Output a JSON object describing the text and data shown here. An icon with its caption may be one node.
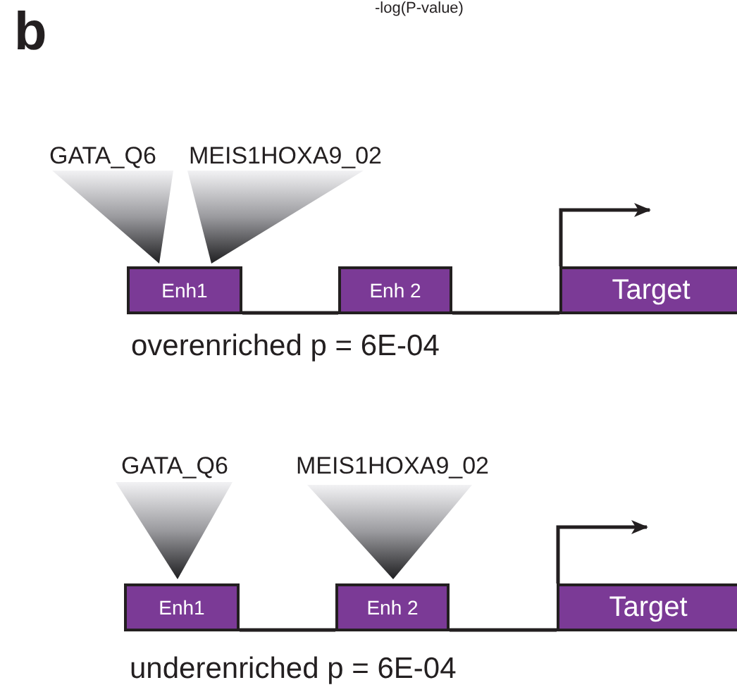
{
  "diagram": {
    "nodes": [
      {
        "text": [
          "Enh1"
        ]
      },
      {
        "text": [
          "Enh 2"
        ]
      },
      {
        "text": [
          "Target"
        ]
      },
      {
        "text": [
          "Enh1"
        ]
      },
      {
        "text": [
          "Enh 2"
        ]
      },
      {
        "text": [
          "Target"
        ]
      },
      {
        "text": [],
        "shape": "triangle",
        "beside": [
          "GATA_Q6"
        ]
      },
      {
        "text": [],
        "shape": "triangle",
        "beside": [
          "MEIS1HOXA9_02"
        ]
      },
      {
        "text": [],
        "shape": "triangle",
        "beside": [
          "GATA_Q6"
        ]
      },
      {
        "text": [],
        "shape": "triangle",
        "beside": [
          "MEIS1HOXA9_02"
        ]
      }
    ],
    "edges": [
      {
        "from": 0,
        "to": 1,
        "arrow": "none"
      },
      {
        "from": 1,
        "to": 2,
        "arrow": "none"
      },
      {
        "from": 2,
        "to": null,
        "arrow": "to"
      },
      {
        "from": 3,
        "to": 4,
        "arrow": "none"
      },
      {
        "from": 4,
        "to": 5,
        "arrow": "none"
      },
      {
        "from": 5,
        "to": null,
        "arrow": "to"
      }
    ],
    "labels": [
      "-log(P-value)",
      "b",
      "overenriched p = 6E-04",
      "underenriched p = 6E-04"
    ]
  }
}
